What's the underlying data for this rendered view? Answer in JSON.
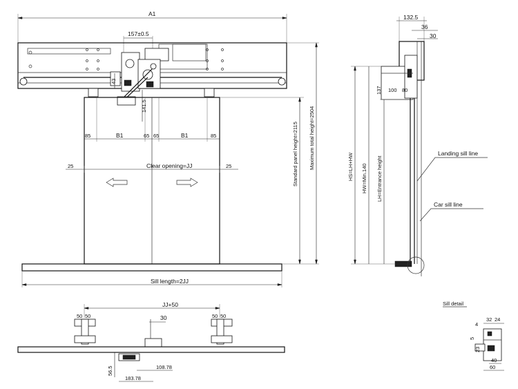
{
  "front": {
    "width_label": "A1",
    "roller_spacing": "157±0.5",
    "drive_height": "43",
    "hanger_drop": "141.5",
    "side_margin_left": "85",
    "panel_width_left": "B1",
    "center_left": "65",
    "center_right": "65",
    "panel_width_right": "B1",
    "side_margin_right": "85",
    "overlap_left": "25",
    "clear_opening": "Clear opening=JJ",
    "overlap_right": "25",
    "standard_panel_height": "Standard panel height=2115",
    "max_total_height": "Maximum total height=2504",
    "sill_length": "Sill length=2JJ"
  },
  "side": {
    "top_width": "132.5",
    "offset_36": "36",
    "offset_30": "30",
    "height_137": "137",
    "width_100": "100",
    "width_80": "80",
    "hs_label": "HS=LH+HW",
    "hw_label": "HW=Min.140",
    "lh_label": "LH=Entrance height",
    "landing_sill": "Landing sill line",
    "car_sill": "Car sill line"
  },
  "plan": {
    "jj_plus": "JJ+50",
    "left_50a": "50",
    "left_50b": "50",
    "right_50a": "50",
    "right_50b": "50",
    "center_30": "30",
    "depth_56": "56.5",
    "dim_108": "108.78",
    "dim_183": "183.78"
  },
  "sill_detail": {
    "title": "Sill detail",
    "d32": "32",
    "d24": "24",
    "d4": "4",
    "d5": "5",
    "d23": "23",
    "d40": "40",
    "d60": "60"
  }
}
